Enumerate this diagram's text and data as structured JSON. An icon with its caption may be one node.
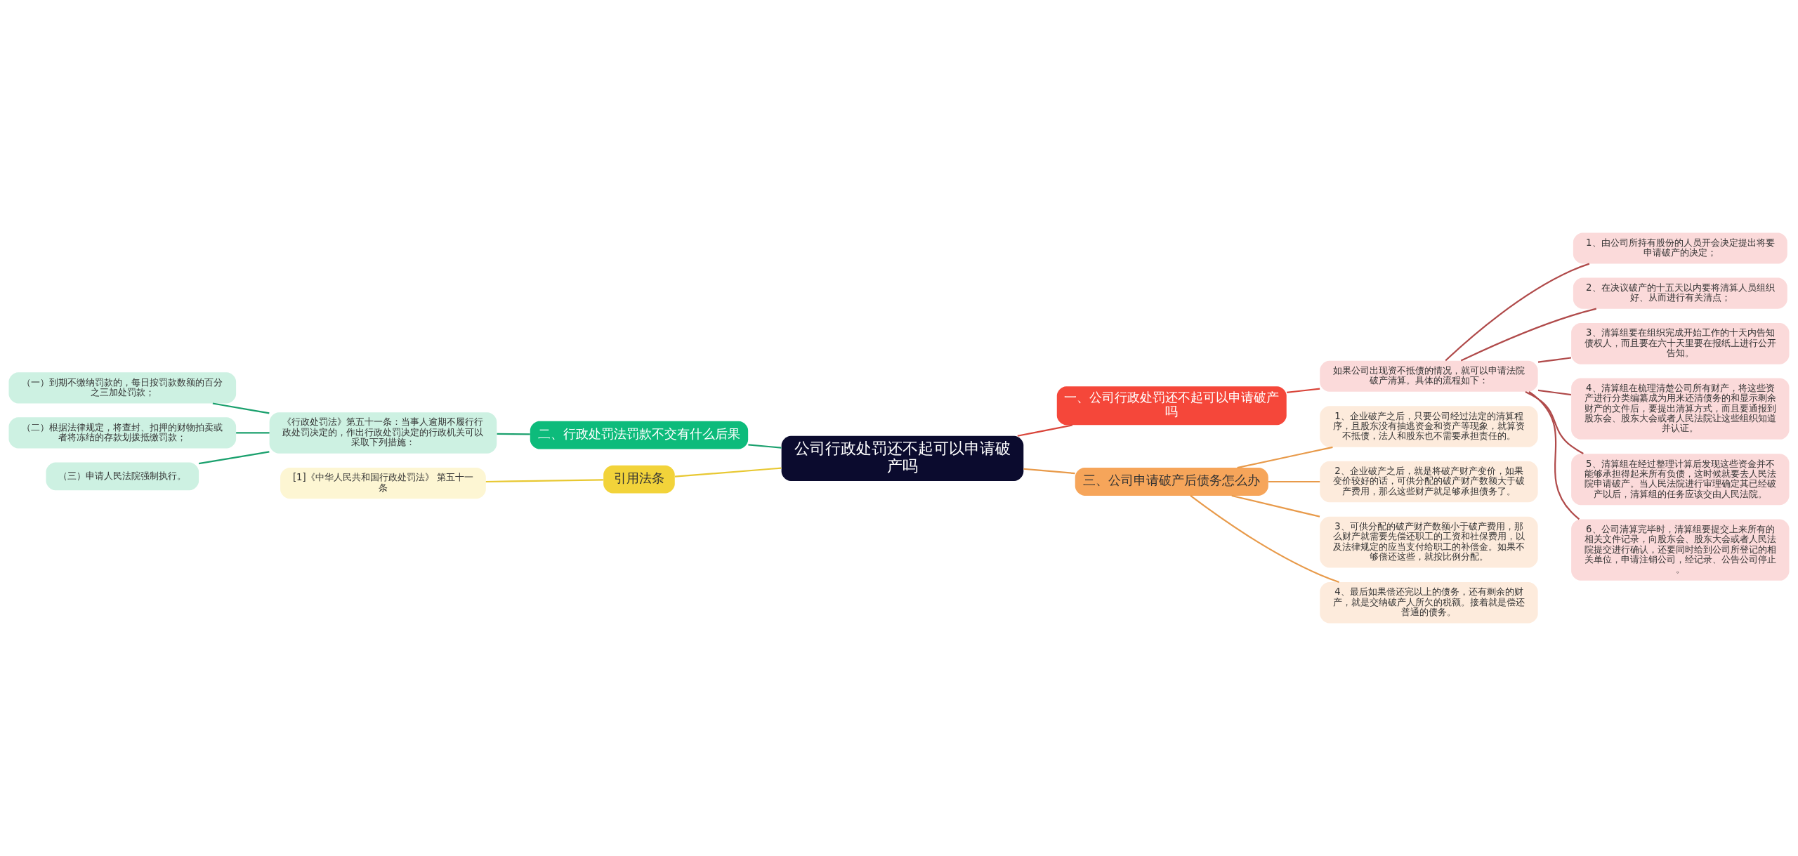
{
  "diagram": {
    "nodes": [
      {
        "text": [
          "公司行政处罚还不起可以申请破产吗"
        ]
      },
      {
        "text": [
          "一、公司行政处罚还不起可以申请破产吗"
        ]
      },
      {
        "text": [
          "如果公司出现资不抵债的情况，就可以申请法院破产清算。具体的流程如下："
        ]
      },
      {
        "text": [
          "1、由公司所持有股份的人员开会决定提出将要申请破产的决定；"
        ]
      },
      {
        "text": [
          "2、在决议破产的十五天以内要将清算人员组织好、从而进行有关清点；"
        ]
      },
      {
        "text": [
          "3、清算组要在组织完成开始工作的十天内告知债权人，而且要在六十天里要在报纸上进行公开告知。"
        ]
      },
      {
        "text": [
          "4、清算组在梳理清楚公司所有财产，将这些资产进行分类编纂成为用来还清债务的和显示剩余财产的文件后，要提出清算方式，而且要通报到股东会、股东大会或者人民法院让这些组织知道并认证。"
        ]
      },
      {
        "text": [
          "5、清算组在经过整理计算后发现这些资金并不能够承担得起来所有负债，这时候就要去人民法院申请破产。当人民法院进行审理确定其已经破产以后，清算组的任务应该交由人民法院。"
        ]
      },
      {
        "text": [
          "6、公司清算完毕时，清算组要提交上来所有的相关文件记录，向股东会、股东大会或者人民法院提交进行确认，还要同时给到公司所登记的相关单位，申请注销公司，经记录、公告公司停止。"
        ]
      },
      {
        "text": [
          "二、行政处罚法罚款不交有什么后果"
        ]
      },
      {
        "text": [
          "《行政处罚法》第五十一条：当事人逾期不履行行政处罚决定的，作出行政处罚决定的行政机关可以采取下列措施："
        ]
      },
      {
        "text": [
          "（一）到期不缴纳罚款的，每日按罚款数额的百分之三加处罚款；"
        ]
      },
      {
        "text": [
          "（二）根据法律规定，将查封、扣押的财物拍卖或者将冻结的存款划拨抵缴罚款；"
        ]
      },
      {
        "text": [
          "（三）申请人民法院强制执行。"
        ]
      },
      {
        "text": [
          "引用法条"
        ]
      },
      {
        "text": [
          "[1]《中华人民共和国行政处罚法》 第五十一条"
        ]
      },
      {
        "text": [
          "三、公司申请破产后债务怎么办"
        ]
      },
      {
        "text": [
          "1、企业破产之后，只要公司经过法定的清算程序，且股东没有抽逃资金和资产等现象，就算资不抵债，法人和股东也不需要承担责任的。"
        ]
      },
      {
        "text": [
          "2、企业破产之后，就是将破产财产变价，如果变价较好的话，可供分配的破产财产数额大于破产费用，那么这些财产就足够承担债务了。"
        ]
      },
      {
        "text": [
          "3、可供分配的破产财产数额小于破产费用，那么财产就需要先偿还职工的工资和社保费用，以及法律规定的应当支付给职工的补偿金。如果不够偿还这些，就按比例分配。"
        ]
      },
      {
        "text": [
          "4、最后如果偿还完以上的债务，还有剩余的财产，就是交纳破产人所欠的税额。接着就是偿还普通的债务。"
        ]
      }
    ],
    "edges": [
      {
        "from": 0,
        "to": 1,
        "arrow": "none",
        "color": "#d9453a"
      },
      {
        "from": 1,
        "to": 2,
        "arrow": "none",
        "color": "#d9453a"
      },
      {
        "from": 2,
        "to": 3,
        "arrow": "none",
        "color": "#b04a4a"
      },
      {
        "from": 2,
        "to": 4,
        "arrow": "none",
        "color": "#b04a4a"
      },
      {
        "from": 2,
        "to": 5,
        "arrow": "none",
        "color": "#b04a4a"
      },
      {
        "from": 2,
        "to": 6,
        "arrow": "none",
        "color": "#b04a4a"
      },
      {
        "from": 2,
        "to": 7,
        "arrow": "none",
        "color": "#b04a4a"
      },
      {
        "from": 2,
        "to": 8,
        "arrow": "none",
        "color": "#b04a4a"
      },
      {
        "from": 0,
        "to": 9,
        "arrow": "none",
        "color": "#1aa06d"
      },
      {
        "from": 9,
        "to": 10,
        "arrow": "none",
        "color": "#1aa06d"
      },
      {
        "from": 10,
        "to": 11,
        "arrow": "none",
        "color": "#1aa06d"
      },
      {
        "from": 10,
        "to": 12,
        "arrow": "none",
        "color": "#1aa06d"
      },
      {
        "from": 10,
        "to": 13,
        "arrow": "none",
        "color": "#1aa06d"
      },
      {
        "from": 0,
        "to": 14,
        "arrow": "none",
        "color": "#e8c832"
      },
      {
        "from": 14,
        "to": 15,
        "arrow": "none",
        "color": "#e8c832"
      },
      {
        "from": 0,
        "to": 16,
        "arrow": "none",
        "color": "#e89a4a"
      },
      {
        "from": 16,
        "to": 17,
        "arrow": "none",
        "color": "#e89a4a"
      },
      {
        "from": 16,
        "to": 18,
        "arrow": "none",
        "color": "#e89a4a"
      },
      {
        "from": 16,
        "to": 19,
        "arrow": "none",
        "color": "#e89a4a"
      },
      {
        "from": 16,
        "to": 20,
        "arrow": "none",
        "color": "#e89a4a"
      }
    ]
  }
}
